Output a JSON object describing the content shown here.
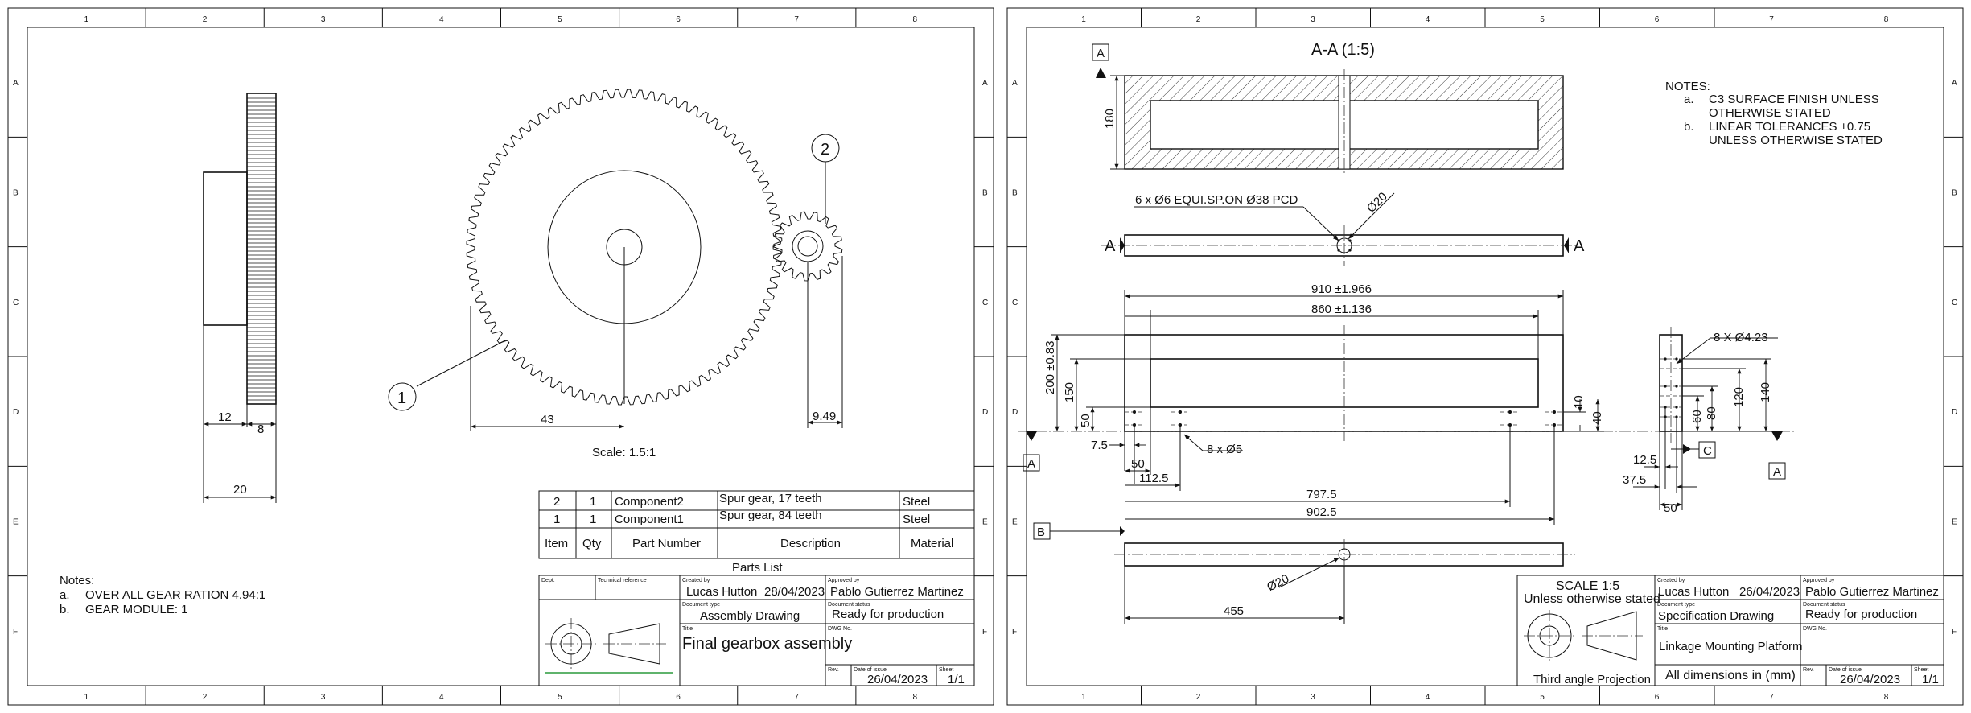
{
  "sheet1": {
    "grid_numbers": [
      "1",
      "2",
      "3",
      "4",
      "5",
      "6",
      "7",
      "8"
    ],
    "grid_letters": [
      "A",
      "B",
      "C",
      "D",
      "E",
      "F"
    ],
    "side_view_dims": {
      "hub": "12",
      "face": "8",
      "total": "20"
    },
    "dim_gear_radius": "43",
    "dim_pinion": "9.49",
    "balloon1": "1",
    "balloon2": "2",
    "scale_note": "Scale: 1.5:1",
    "notes": {
      "heading": "Notes:",
      "items": [
        {
          "letter": "a.",
          "text": "OVER ALL GEAR RATION  4.94:1"
        },
        {
          "letter": "b.",
          "text": "GEAR MODULE: 1"
        }
      ]
    },
    "parts_list": {
      "title": "Parts List",
      "headers": {
        "item": "Item",
        "qty": "Qty",
        "part": "Part Number",
        "desc": "Description",
        "material": "Material"
      },
      "rows": [
        {
          "item": "2",
          "qty": "1",
          "part": "Component2",
          "desc": "Spur gear, 17 teeth",
          "material": "Steel"
        },
        {
          "item": "1",
          "qty": "1",
          "part": "Component1",
          "desc": "Spur gear, 84 teeth",
          "material": "Steel"
        }
      ]
    },
    "title_block": {
      "dept_label": "Dept.",
      "techref_label": "Technical reference",
      "created_by_label": "Created by",
      "created_by": "Lucas Hutton",
      "created_date": "28/04/2023",
      "approved_by_label": "Approved by",
      "approved_by": "Pablo Gutierrez Martinez",
      "doc_type_label": "Document type",
      "doc_type": "Assembly Drawing",
      "doc_status_label": "Document status",
      "doc_status": "Ready for production",
      "title_label": "Title",
      "title": "Final gearbox assembly",
      "dwg_label": "DWG No.",
      "rev_label": "Rev.",
      "date_issue_label": "Date of issue",
      "date_issue": "26/04/2023",
      "sheet_label": "Sheet",
      "sheet": "1/1"
    }
  },
  "sheet2": {
    "grid_numbers": [
      "1",
      "2",
      "3",
      "4",
      "5",
      "6",
      "7",
      "8"
    ],
    "grid_letters": [
      "A",
      "B",
      "C",
      "D",
      "E",
      "F"
    ],
    "section_title": "A-A (1:5)",
    "section_marker": "A",
    "notes": {
      "heading": "NOTES:",
      "items": [
        {
          "letter": "a.",
          "line1": "C3 SURFACE FINISH UNLESS",
          "line2": "OTHERWISE STATED"
        },
        {
          "letter": "b.",
          "line1": "LINEAR TOLERANCES ±0.75",
          "line2": "UNLESS OTHERWISE STATED"
        }
      ]
    },
    "dims": {
      "section_height": "180",
      "holes_callout": "6 x Ø6  EQUI.SP.ON Ø38 PCD",
      "dia20": "Ø20",
      "width_910": "910 ±1.966",
      "width_860": "860 ±1.136",
      "height_200": "200 ±0.83",
      "height_150": "150",
      "d50v": "50",
      "d7_5": "7.5",
      "d50h": "50",
      "d112_5": "112.5",
      "holes_8x5": "8 x Ø5",
      "d797_5": "797.5",
      "d902_5": "902.5",
      "d10": "10",
      "d40": "40",
      "d455": "455",
      "dia20b": "Ø20",
      "side_holes": "8 X Ø4.23",
      "s60": "60",
      "s80": "80",
      "s120": "120",
      "s140": "140",
      "s12_5": "12.5",
      "s37_5": "37.5",
      "s50": "50",
      "marker_c": "C",
      "marker_b": "B"
    },
    "title_block": {
      "scale_line1": "SCALE 1:5",
      "scale_line2": "Unless otherwise stated",
      "projection": "Third angle Projection",
      "created_by_label": "Created by",
      "created_by": "Lucas Hutton",
      "created_date": "26/04/2023",
      "approved_by_label": "Approved by",
      "approved_by": "Pablo Gutierrez Martinez",
      "doc_type_label": "Document type",
      "doc_type": "Specification Drawing",
      "doc_status_label": "Document status",
      "doc_status": "Ready for production",
      "title_label": "Title",
      "title": "Linkage Mounting Platform",
      "dwg_label": "DWG No.",
      "dimensions_note": "All dimensions in (mm)",
      "rev_label": "Rev.",
      "date_issue_label": "Date of issue",
      "date_issue": "26/04/2023",
      "sheet_label": "Sheet",
      "sheet": "1/1"
    }
  }
}
